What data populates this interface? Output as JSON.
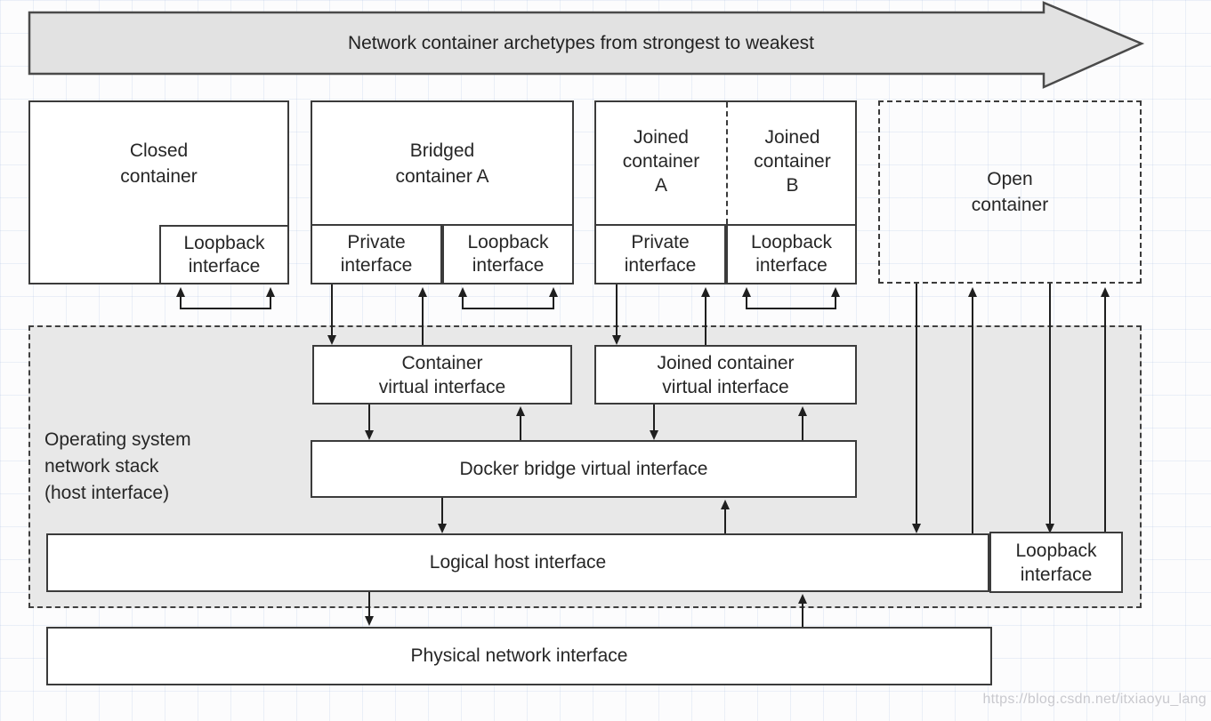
{
  "banner": {
    "label": "Network container archetypes from strongest to weakest"
  },
  "row": {
    "closed": {
      "title": "Closed\ncontainer",
      "loopback": "Loopback\ninterface"
    },
    "bridged": {
      "title": "Bridged\ncontainer A",
      "private": "Private\ninterface",
      "loopback": "Loopback\ninterface"
    },
    "joined": {
      "container_a": "Joined\ncontainer\nA",
      "container_b": "Joined\ncontainer\nB",
      "private": "Private\ninterface",
      "loopback": "Loopback\ninterface"
    },
    "open": {
      "title": "Open\ncontainer"
    }
  },
  "os_stack": {
    "label": "Operating system\nnetwork stack\n(host interface)",
    "container_virtual_interface": "Container\nvirtual interface",
    "joined_container_virtual_interface": "Joined container\nvirtual interface",
    "docker_bridge": "Docker bridge virtual interface",
    "logical_host_interface": "Logical host interface",
    "loopback_interface": "Loopback\ninterface"
  },
  "physical": {
    "label": "Physical network interface"
  },
  "watermark": {
    "text": "https://blog.csdn.net/itxiaoyu_lang"
  },
  "colors": {
    "banner_fill": "#e2e2e2",
    "os_region_fill": "#e8e8e8",
    "box_fill": "#ffffff",
    "border": "#3b3b3b",
    "line": "#1f1f1f",
    "grid": "#a8bee4",
    "watermark": "#c6c6cb"
  }
}
